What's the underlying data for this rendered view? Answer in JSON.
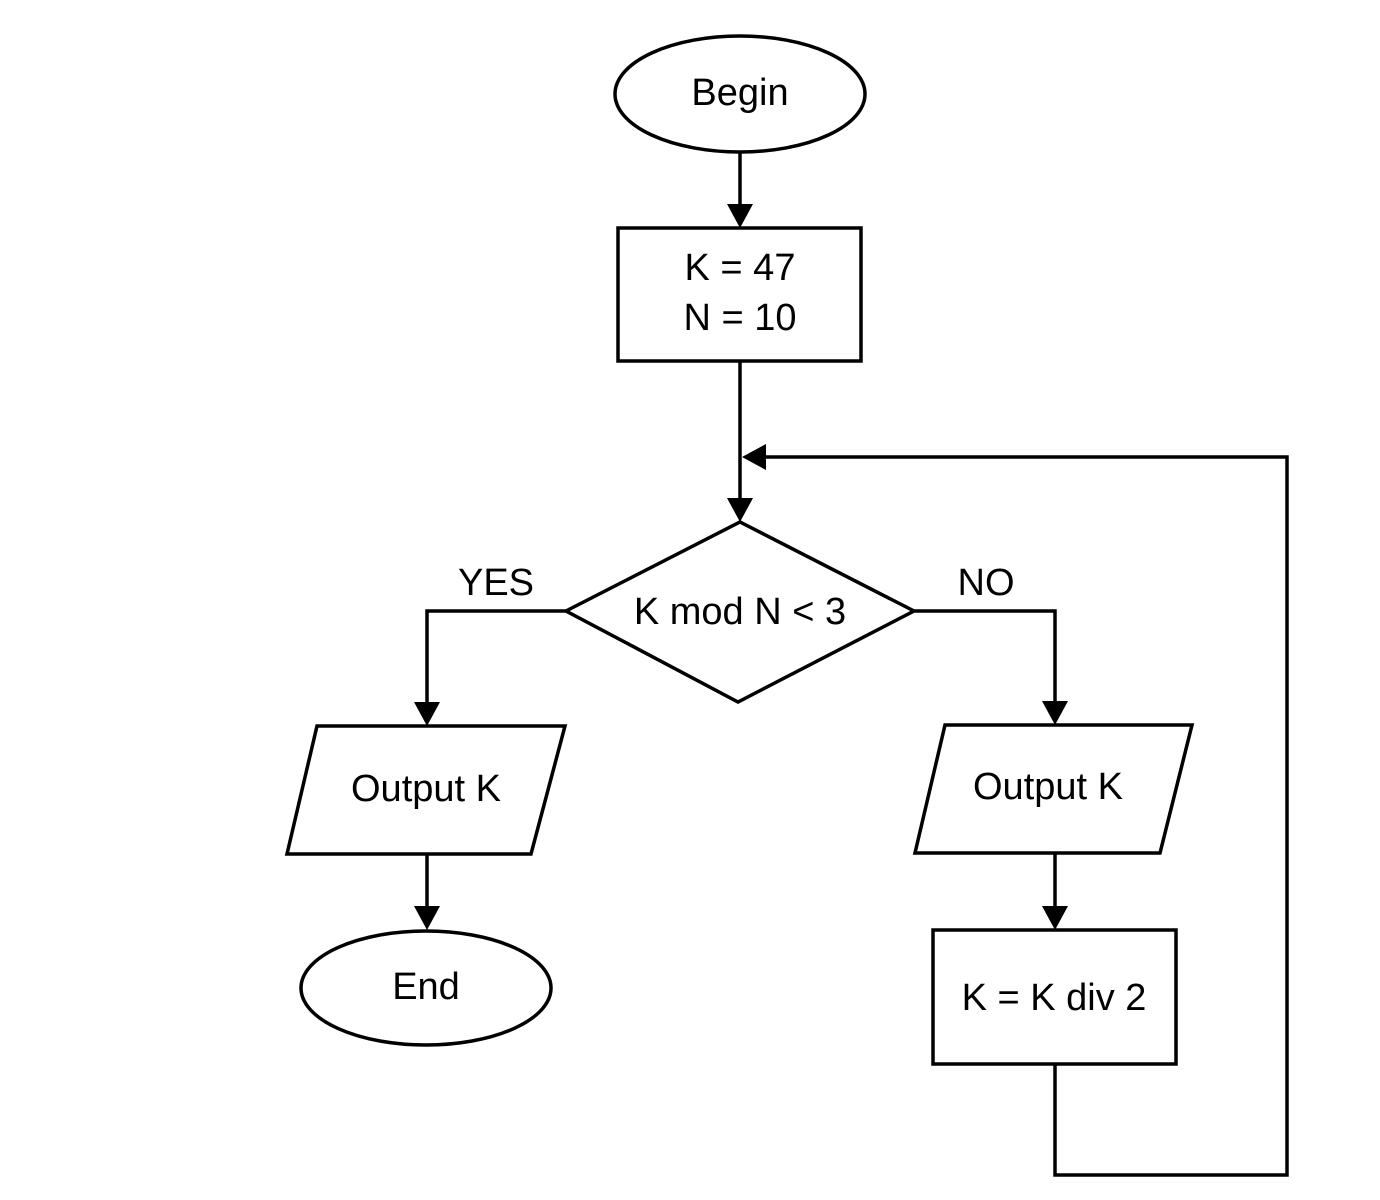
{
  "flowchart": {
    "begin": "Begin",
    "init_line1": "K = 47",
    "init_line2": "N = 10",
    "condition": "K mod N < 3",
    "yes_label": "YES",
    "no_label": "NO",
    "output_yes": "Output K",
    "output_no": "Output K",
    "end": "End",
    "update": "K = K div 2"
  }
}
